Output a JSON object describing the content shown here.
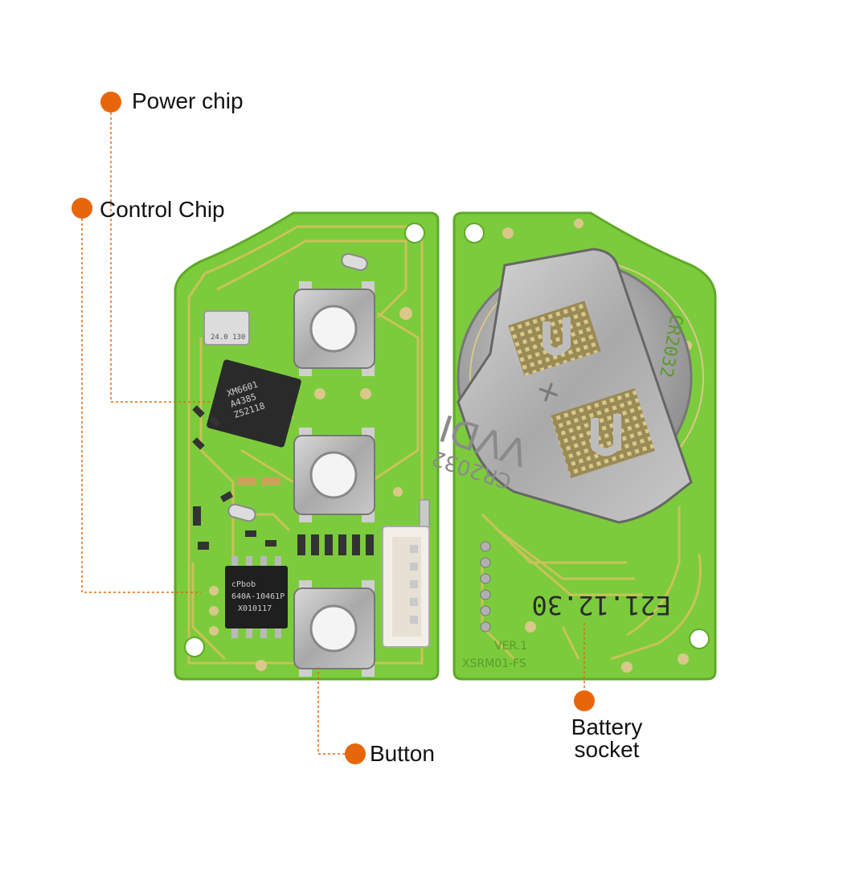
{
  "callouts": {
    "power_chip": "Power chip",
    "control_chip": "Control Chip",
    "button": "Button",
    "battery_socket": "Battery\nsocket"
  },
  "board_markings": {
    "crystal": "24.0 130",
    "control_chip": [
      "XM6601",
      "A4385",
      "Z52118"
    ],
    "power_chip": [
      "cPbob",
      "640A-10461P",
      "X010117"
    ],
    "battery_holder": [
      "VVDI",
      "CR2032"
    ],
    "date_code": "E21.12.30",
    "version": "VER.1",
    "part_id": "XSRM01-FS",
    "silk_corner": "CR2032"
  },
  "colors": {
    "accent": "#e8660a",
    "pcb": "#7ccb3c",
    "trace": "#c9c25a",
    "metal": "#b9b9b9"
  }
}
